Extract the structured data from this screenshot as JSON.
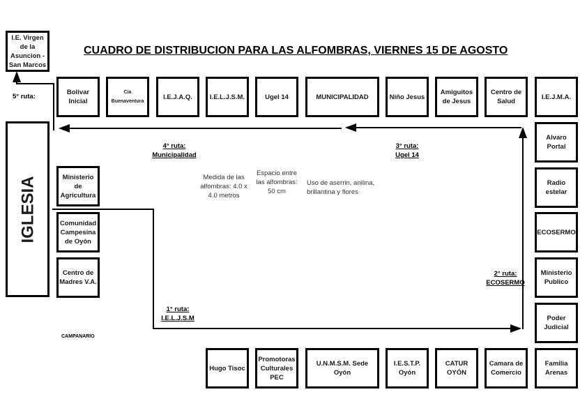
{
  "title": "CUADRO DE DISTRIBUCION PARA LAS ALFOMBRAS, VIERNES 15 DE AGOSTO",
  "corner_box": "I.E. Virgen de la Asuncion - San Marcos",
  "iglesia": "IGLESIA",
  "campanario": "CAMPANARIO",
  "top_row": [
    "Bolivar Inicial",
    "Cia Buenaventura",
    "I.E.J.A.Q.",
    "I.E.L.J.S.M.",
    "Ugel 14",
    "MUNICIPALIDAD",
    "Niño Jesus",
    "Amiguitos de Jesus",
    "Centro de Salud",
    "I.E.J.M.A."
  ],
  "right_col": [
    "Alvaro Portal",
    "Radio estelar",
    "ECOSERMO",
    "Ministerio Publico",
    "Poder Judicial"
  ],
  "bottom_row": [
    "Hugo Tisoc",
    "Promotoras Culturales PEC",
    "U.N.M.S.M. Sede Oyón",
    "I.E.S.T.P. Oyón",
    "CATUR OYÓN",
    "Camara de Comercio",
    "Familia Arenas"
  ],
  "left_col": [
    "Ministerio de Agricultura",
    "Comunidad Campesina de Oyón",
    "Centro de Madres V.A."
  ],
  "routes": {
    "r1_label": "1° ruta:",
    "r1_name": "I.E.L.J.S.M",
    "r2_label": "2° ruta:",
    "r2_name": "ECOSERMO",
    "r3_label": "3° ruta:",
    "r3_name": "Ugel 14",
    "r4_label": "4° ruta:",
    "r4_name": "Municipalidad",
    "r5_label": "5° ruta:"
  },
  "notes": {
    "medida": "Medida de las alfombras: 4.0 x 4.0 metros",
    "espacio": "Espacio entre las alfombras: 50 cm",
    "uso": "Uso de aserrin, anilina, brillantina y flores"
  }
}
